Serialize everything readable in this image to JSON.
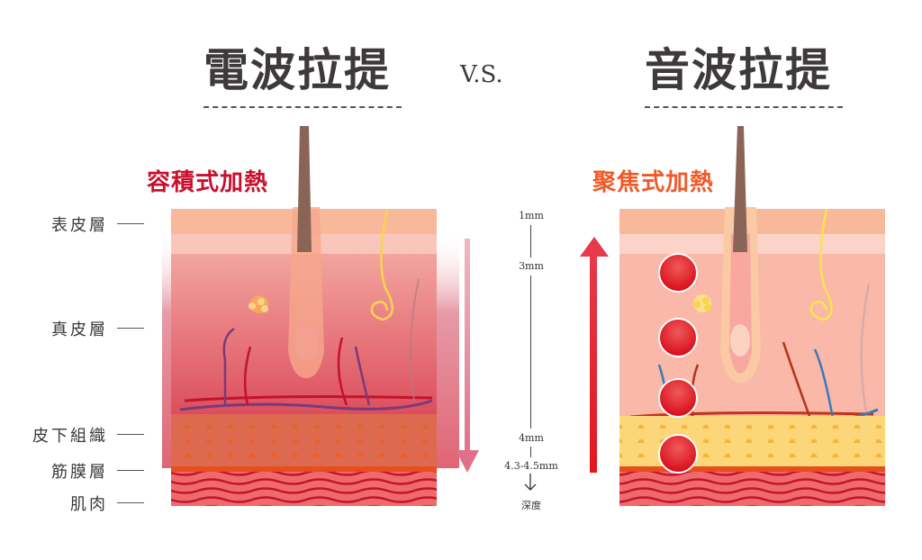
{
  "left": {
    "title": "電波拉提",
    "subtitle": "容積式加熱",
    "subtitle_color": "#c8102e"
  },
  "vs_label": "V.S.",
  "right": {
    "title": "音波拉提",
    "subtitle": "聚焦式加熱",
    "subtitle_color": "#f05a28"
  },
  "layers": [
    {
      "label": "表皮層"
    },
    {
      "label": "真皮層"
    },
    {
      "label": "皮下組織"
    },
    {
      "label": "筋膜層"
    },
    {
      "label": "肌肉"
    }
  ],
  "depth_scale": {
    "marks": [
      "1mm",
      "3mm",
      "4mm",
      "4.3-4.5mm"
    ],
    "axis_label": "深度"
  },
  "colors": {
    "epidermis": "#f8b99b",
    "radiofrequency_heat": "#e05a6e",
    "ultrasound_focus": "#e3161f",
    "fascia": "#e84e1b",
    "muscle": "#ef6b6b"
  }
}
